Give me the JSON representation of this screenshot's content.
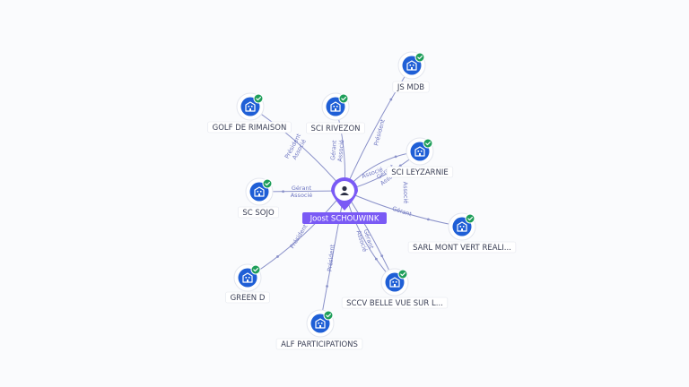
{
  "graph": {
    "center": {
      "id": "center",
      "label": "Joost SCHOUWINK",
      "icon": "person-icon"
    },
    "nodes": [
      {
        "id": "golf",
        "label": "GOLF DE RIMAISON",
        "icon": "company-building-icon",
        "verified": true
      },
      {
        "id": "rivezon",
        "label": "SCI RIVEZON",
        "icon": "company-building-icon",
        "verified": true
      },
      {
        "id": "jsmdb",
        "label": "JS MDB",
        "icon": "company-building-icon",
        "verified": true
      },
      {
        "id": "leyzarnie",
        "label": "SCI LEYZARNIE",
        "icon": "company-building-icon",
        "verified": true
      },
      {
        "id": "sojo",
        "label": "SC SOJO",
        "icon": "company-building-icon",
        "verified": true
      },
      {
        "id": "montvert",
        "label": "SARL MONT VERT REALI...",
        "icon": "company-building-icon",
        "verified": true
      },
      {
        "id": "greend",
        "label": "GREEN D",
        "icon": "company-building-icon",
        "verified": true
      },
      {
        "id": "sccv",
        "label": "SCCV BELLE VUE SUR L...",
        "icon": "company-building-icon",
        "verified": true
      },
      {
        "id": "alf",
        "label": "ALF PARTICIPATIONS",
        "icon": "company-building-icon",
        "verified": true
      }
    ],
    "edges": [
      {
        "to": "golf",
        "labels": [
          "Président",
          "Associé"
        ]
      },
      {
        "to": "rivezon",
        "labels": [
          "Gérant",
          "Associé"
        ]
      },
      {
        "to": "jsmdb",
        "labels": [
          "Président"
        ]
      },
      {
        "to": "leyzarnie",
        "labels": [
          "Associé"
        ]
      },
      {
        "to": "leyzarnie",
        "labels": [
          "Gérant",
          "Associé"
        ]
      },
      {
        "to": "sojo",
        "labels": [
          "Gérant",
          "Associé"
        ]
      },
      {
        "to": "montvert",
        "labels": [
          "Gérant"
        ]
      },
      {
        "to": "greend",
        "labels": [
          "Président"
        ]
      },
      {
        "to": "sccv",
        "labels": [
          "Gérant",
          "Associé"
        ]
      },
      {
        "to": "sccv",
        "labels": [
          "Associé"
        ]
      },
      {
        "to": "alf",
        "labels": [
          "Président"
        ]
      }
    ]
  },
  "colors": {
    "node_fill": "#1f5fd6",
    "center_fill": "#7a5af5",
    "check_fill": "#1e9e5a",
    "edge": "#8a91c9"
  }
}
